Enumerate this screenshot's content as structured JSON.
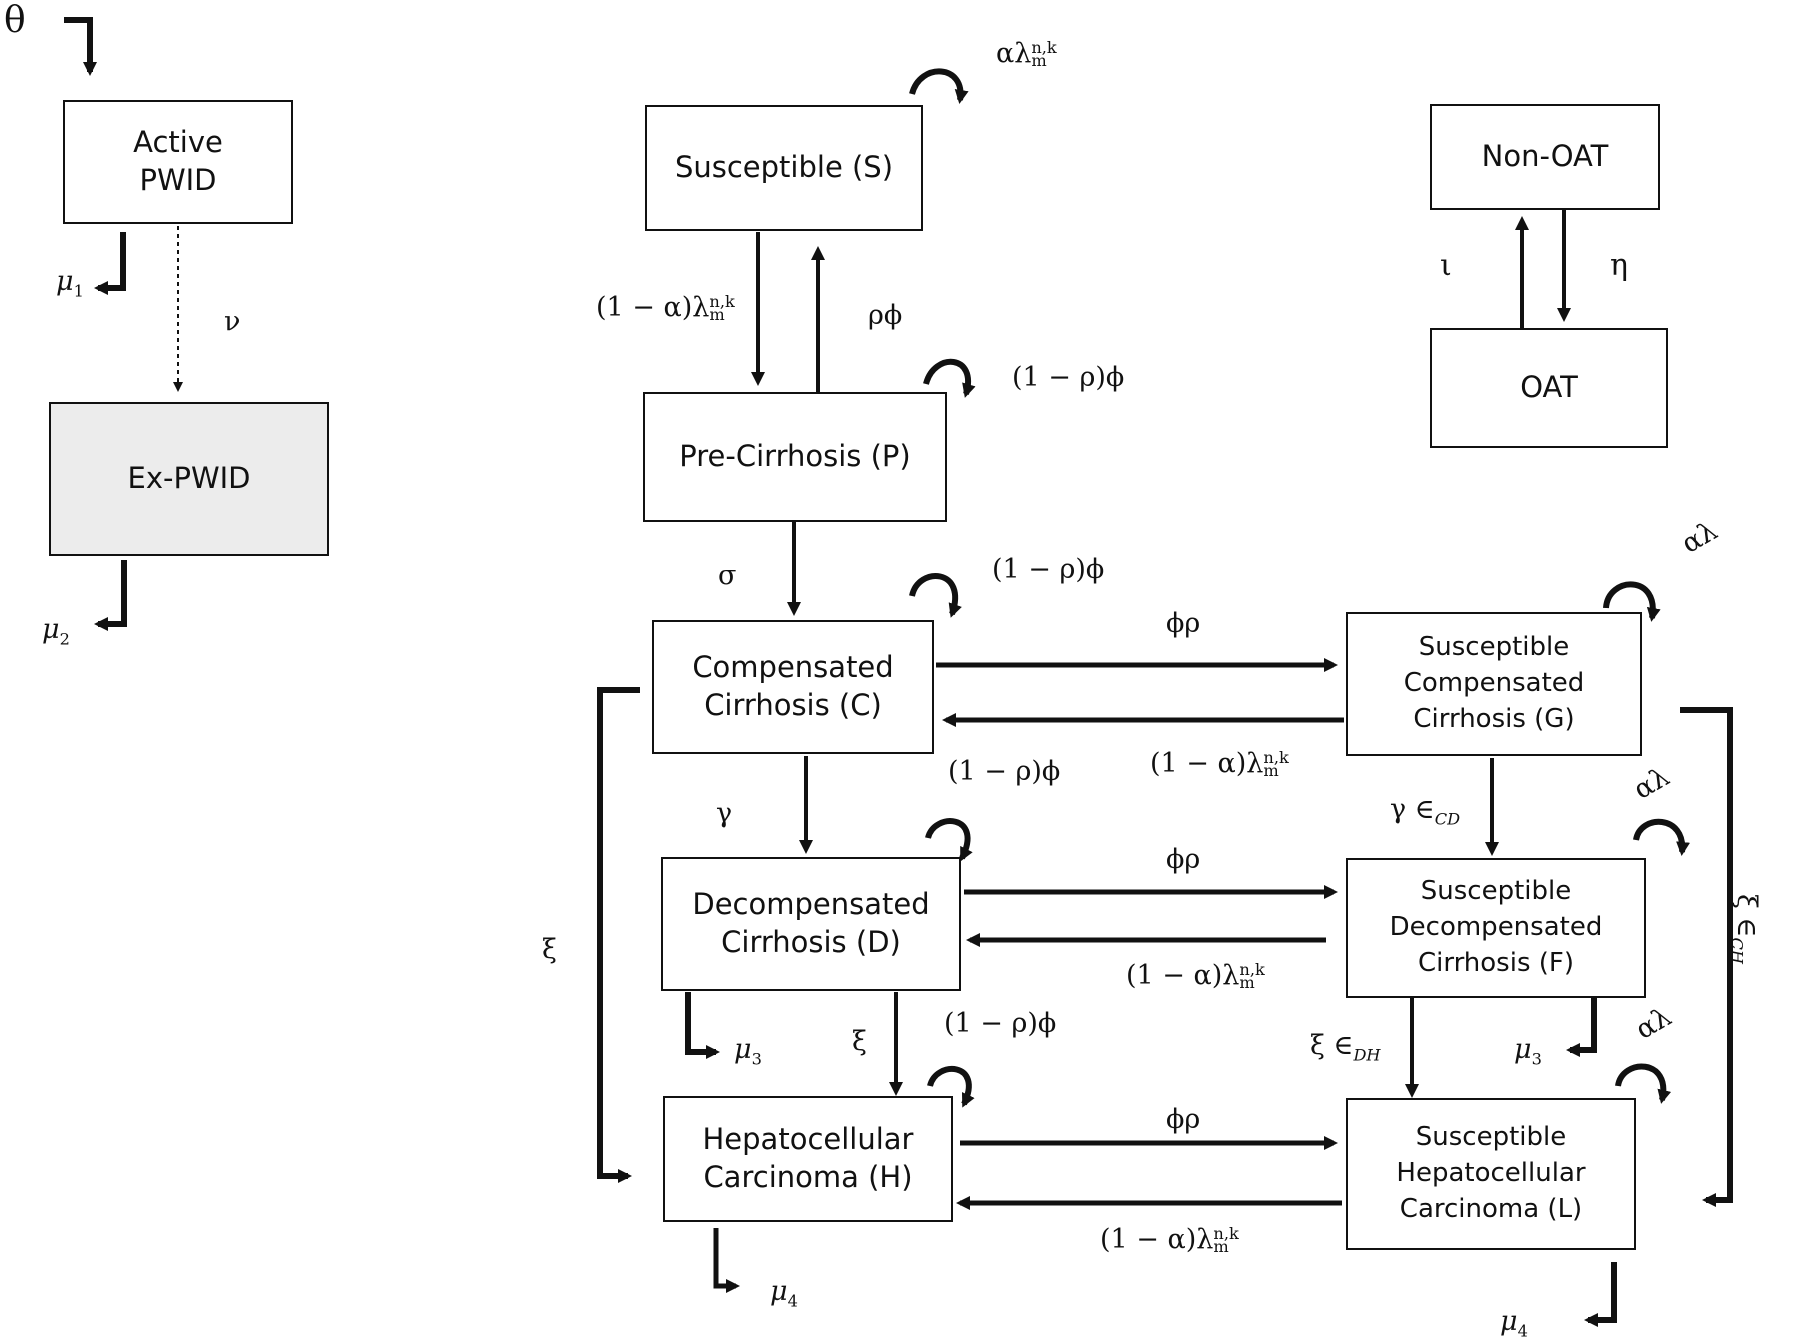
{
  "boxes": {
    "active_pwid": "Active\nPWID",
    "ex_pwid": "Ex-PWID",
    "susceptible": "Susceptible (S)",
    "pre_cirrhosis": "Pre-Cirrhosis (P)",
    "compensated": "Compensated\nCirrhosis (C)",
    "decompensated": "Decompensated\nCirrhosis (D)",
    "hcc": "Hepatocellular\nCarcinoma (H)",
    "susc_compensated": "Susceptible\nCompensated\nCirrhosis (G)",
    "susc_decompensated": "Susceptible\nDecompensated\nCirrhosis (F)",
    "susc_hcc": "Susceptible\nHepatocellular\nCarcinoma (L)",
    "non_oat": "Non-OAT",
    "oat": "OAT"
  },
  "labels": {
    "theta": "θ",
    "mu1_base": "μ",
    "mu1_sub": "1",
    "mu2_base": "μ",
    "mu2_sub": "2",
    "nu": "ν",
    "alpha_lambda_mnk": {
      "pre": "αλ",
      "sup": "n,k",
      "sub": "m"
    },
    "one_minus_alpha_lambda": {
      "pre": "(1 − α)λ",
      "sup": "n,k",
      "sub": "m"
    },
    "rho_phi": "ρϕ",
    "one_minus_rho_phi": "(1 − ρ)ϕ",
    "iota": "ι",
    "eta": "η",
    "sigma": "σ",
    "alpha_lambda": "αλ",
    "phi_rho": "ϕρ",
    "gamma": "γ",
    "gamma_eps_cd": {
      "pre": "γ ∈",
      "sub": "CD"
    },
    "xi": "ξ",
    "xi_eps_ch": {
      "pre": "ξ ∈",
      "sub": "CH"
    },
    "xi_eps_dh": {
      "pre": "ξ ∈",
      "sub": "DH"
    },
    "mu3_base": "μ",
    "mu3_sub": "3",
    "mu4_base": "μ",
    "mu4_sub": "4"
  }
}
